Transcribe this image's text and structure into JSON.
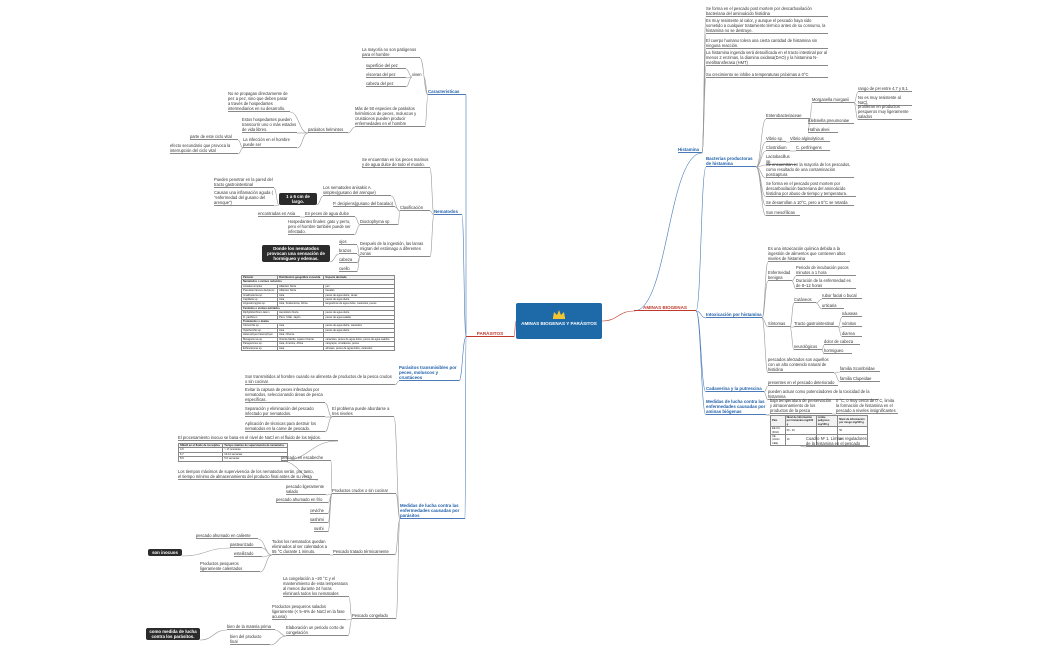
{
  "center": {
    "title": "AMINAS BIOGENAS Y PARÁSITOS"
  },
  "branches": {
    "parasitos": "PARÁSITOS",
    "aminas": "AMINAS BIOGENAS"
  },
  "parasitos": {
    "caracteristicas": {
      "label": "Caracteristicas",
      "no_patogenos": "La mayoría no son patógenos para el hombre",
      "viven": "viven",
      "viven_items": [
        "superficie del pez",
        "vísceras del pez",
        "cabeza del pez"
      ],
      "helmintos_desc": "Más de 50 especies de parásitos helmínticos de peces, moluscos y crustáceos pueden producir enfermedades en el hombre",
      "helmintos": "parásitos helmintos",
      "no_propagan": "No se propagan directamente de pez a pez, sino que deben pasar a través de hospedantes intermediarios en su desarrollo.",
      "hospedantes": "Estos hospedantes pueden transcurrir uno o más estados de vida libres.",
      "infeccion": "La infección en el hombre puede ser",
      "parte_ciclo": "parte de este ciclo vital",
      "efecto": "efecto secundario que provoca la interrupción del ciclo vital"
    },
    "nematodos": {
      "label": "Nematodos",
      "peces_marinos": "Se encuentran en los peces marinos y de agua dulce de todo el mundo.",
      "clasificacion": "Clasificación",
      "anisakis": "Los nematodes anisakis A. simplex(gusano del arenque)",
      "p_decipiens": "P. decipiens(gusano del bacalao)",
      "largo": "1 a 6 cm de largo.",
      "penetrar": "Pueden penetrar en la pared del tracto gastrointestinal",
      "inflamacion": "Causan una inflamación aguda ( \"enfermedad del gusano del arenque\")",
      "dioctophyma": "Dioctophyma sp",
      "agua_dulce": "En peces de agua dulce",
      "asia": "encontradas en Asia",
      "hospedajes": "Hospedantes finales: gato y perro, pero el hombre también puede ser infectado.",
      "ingestion": "Después de la ingestión, las larvas migran del estómago a diferentes zonas",
      "zonas": [
        "ojos",
        "brazos",
        "cabeza",
        "cuello"
      ],
      "provocan": "Donde los nematodos provocan una sensación de hormigueo y edemas."
    },
    "transmisibles": {
      "label": "Parásitos transmisibles por peces, moluscos y crustáceos",
      "transmitidos": "Son transmitidos al hombre cuando se alimenta de productos de la pesca crudos o sin cocinar."
    },
    "medidas": {
      "label": "Medidas de lucha contra las enfermedades causadas por parásitos",
      "problema": "El problema puede abordarse a tres niveles",
      "evitar": "Evitar la captura de peces infectados por nematodos, seleccionando áreas de pesca específicas.",
      "separacion": "Separación y eliminación del pescado infectado por nematodos.",
      "aplicacion": "Aplicación de técnicas para destruir los nematodos en la carne de pescado.",
      "procesamiento": "El procesamiento inocuo se basa en el nivel de NaCl en el fluido de los tejidos.",
      "supervivencia": "Los tiempos máximos de supervivencia de los nematodos serán, por tanto, el tiempo mínimo de almacenamiento del producto final antes de su venta",
      "crudos": "Productos crudos o sin cocinar",
      "crudos_items": [
        "pescado en escabeche",
        "pescado ligeramente salado",
        "pescado ahumado en frío",
        "ceviche",
        "sashimi",
        "sushi"
      ],
      "tratado": "Pescado tratado térmicamente",
      "todos": "Todos los nematodos quedan eliminados al ser calentados a 55 °C durante 1 minuto.",
      "son_inocuos": "son inocuos",
      "tratado_items": [
        "pescado ahumado en caliente",
        "pasteurizado",
        "esteilizado"
      ],
      "pesqueros_calentados": "Productos pesqueros ligeramente calentados",
      "congelado": "Pescado congelado",
      "congelacion": "La congelación a –20 °C y el mantenimiento de esta temperatura al menos durante 24 horas eliminará todos los nematodes",
      "salados": "Productos pesqueros salados ligeramente (< 5–6% de NaCl en la fase acuosa)",
      "elaboracion": "Elaboración un periodo corto de congelación",
      "materia_prima": "bien de la materia prima",
      "producto_final": "bien del producto final",
      "como_medida": "como medida de lucha contra los parásitos.",
      "tabla_nacl": {
        "headers": [
          "%NaCl en el fluido de los tejidos",
          "Tiempo máximo de supervivencia de nematodos"
        ],
        "rows": [
          [
            "4-5",
            "> 17 semanas"
          ],
          [
            "6-7",
            "10-12 semanas"
          ],
          [
            "8-9",
            "5-6 semanas"
          ]
        ]
      }
    },
    "tabla_parasitos": {
      "headers": [
        "Parásito",
        "Distribución geográfica conocida",
        "Especie afectada"
      ],
      "sections": [
        {
          "title": "Nematodos o vermes redondos",
          "rows": [
            [
              "Anisakis simplex",
              "Atlántico Norte",
              "pez"
            ],
            [
              "Pseudoterranova decipiens",
              "Atlántico Norte",
              "bacalao"
            ],
            [
              "Gnathostoma sp.",
              "Asia",
              "peces de agua dulce, ranas"
            ],
            [
              "Capillaria sp.",
              "Asia",
              "peces de agua dulce"
            ],
            [
              "Angiostrongylus sp.",
              "Asia, Sudamérica, África",
              "langostinos de agua dulce, caracoles, peces"
            ]
          ]
        },
        {
          "title": "Cestodos o vermes acintados",
          "rows": [
            [
              "Diphyllobothrium latum",
              "Hemisferio Norte",
              "peces de agua dulce"
            ],
            [
              "D. pacificum",
              "Perú, Chile, Japón",
              "peces de agua salada"
            ]
          ]
        },
        {
          "title": "Trematodos o duelas",
          "rows": [
            [
              "Clonorchis sp.",
              "Asia",
              "peces de agua dulce, caracoles"
            ],
            [
              "Opisthorchis sp.",
              "Asia",
              "peces de agua dulce"
            ],
            [
              "Heterophyes heterophyes",
              "Asia, Oriente",
              ""
            ],
            [
              "Metagonimus sp.",
              "Oriente Medio, Lejano Oriente",
              "caracoles, peces de agua dulce, peces de agua salobre"
            ],
            [
              "Paragonimus sp.",
              "Asia, América, África",
              "cangrejos, crustáceos, peces"
            ],
            [
              "Echinostoma sp.",
              "Asia",
              "almejas, peces de agua dulce, caracoles"
            ]
          ]
        }
      ]
    }
  },
  "aminas": {
    "histamina": {
      "label": "Histamina",
      "items": [
        "Se forma en el pescado post mortem por descarboxilación bacteriana del aminoácido histidina",
        "Es muy resistente al calor, y aunque el pescado haya sido sometido a cualquier tratamiento térmico antes de su consumo, la histamina no se destruye.",
        "El cuerpo humano tolera una cierta cantidad de histamina sin ninguna reacción.",
        "La histamina ingerida será detoxificada en el tracto intestinal por al menos 2 enzimas, la diamina oxidasa(DAO) y la histamina N-metiltransferasa (HMT)",
        "Su crecimiento se inhibe a temperaturas próximas a 0°C"
      ]
    },
    "bacterias": {
      "label": "Bacterias productoras de histamina",
      "enterobacteriaceae": "Enterobacteriaceae",
      "morganella": "Morganella morganii",
      "morganella_items": [
        "rango de pH entre 4,7 y 8,1",
        "No es muy resistente al NaCl,",
        "proliferan en productos pesqueros muy ligeramente salados"
      ],
      "klebsiella": "Klebsiella pneumoniae",
      "hafnia": "Hafnia alvei",
      "vibrio": "Vibrio sp.",
      "vibrio_alg": "Vibrio alginolyticus",
      "clostridium": "Clostridium",
      "perfringens": "C. perfringens",
      "lactobacillus": "Lactobacillus sp.",
      "encuentran": "Se encuentran en la mayoría de los pescados, como resultado de una contaminación postcaptura",
      "forma": "Se forma en el pescado post mortem por descarboxilación bacteriana del aminoácido histidina por abuso de tiempo y temperatura.",
      "desarrollan": "Se desarrollan a 10°C, pero a 5°C se retarda",
      "mesofilicas": "Son mesofílicas"
    },
    "intoxicacion": {
      "label": "Intoxicación por histamina",
      "quimica": "Es una intoxicación química debida a la ingestión de alimentos que contienen altos niveles de histamina",
      "benigna": "Enfermedad benigna",
      "incubacion": "Periodo de incubación pocos minutos a 1 hora",
      "duracion": "Duración de la enfermedad es de 8–12 horas",
      "sintomas": "Síntomas",
      "cutaneos": "Cutáneos",
      "cutaneos_items": [
        "rubor facial o bucal",
        "urticaria"
      ],
      "gastro": "Tracto gastrointestinal",
      "gastro_items": [
        "náuseas",
        "vómitos",
        "diarrea"
      ],
      "neuro": "neurológicos",
      "neuro_items": [
        "dolor de cabeza",
        "hormigueo"
      ],
      "afectados": "pescados afectados son aquellos con un alto contenido natural de histidina",
      "familias": [
        "familia Scombridae",
        "familia Clupeidae"
      ]
    },
    "cadaverina": {
      "label": "Cadaverina y la putrescina",
      "items": [
        "presentes en el pescado deteriorado",
        "pueden actuar como potenciadores de la toxicidad de la histamina"
      ]
    },
    "medidas": {
      "label": "Medidas de lucha contra las enfermedades causadas por aminas biógenas",
      "baja": "baja temperatura de preservación y almacenamiento de los productos de la pesca",
      "cero": "0 °C, o muy cerca de 0°C, limita la formación de histamina en el pescado a niveles insignificantes",
      "cuadro": "Cuadro Nº 1. Límites reguladores de la histamina en el pescado",
      "tabla": {
        "headers": [
          "País",
          "Nivel de información por histamina mg/100 g",
          "Límite peligroso mg/100 g",
          "Nivel de información por riesgo mg/100 g"
        ],
        "rows": [
          [
            "EE.UU (FDA)",
            "50 - 20",
            "",
            "50"
          ],
          [
            "UE (Unión CEE)",
            "10",
            "",
            "20"
          ]
        ]
      }
    }
  }
}
